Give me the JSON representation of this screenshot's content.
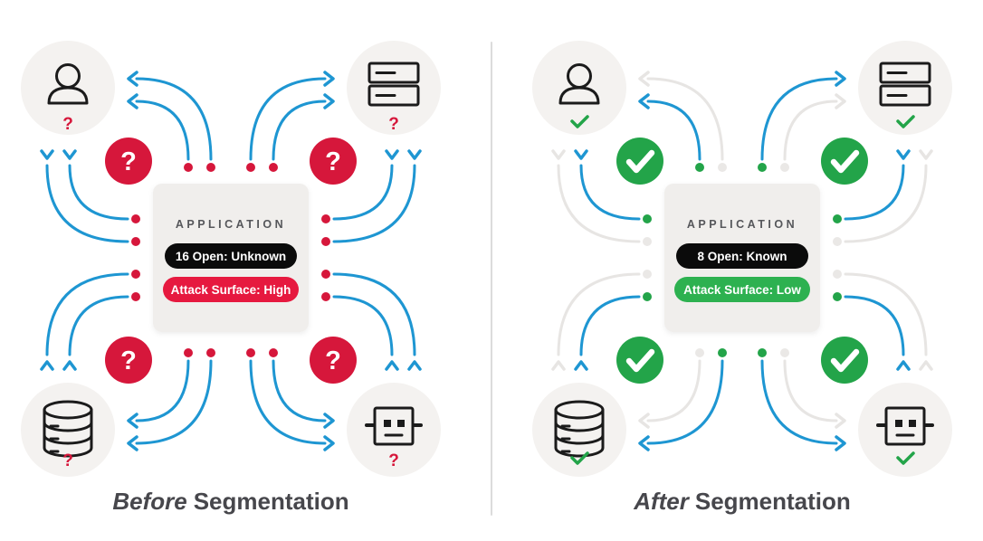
{
  "glyphs": {
    "question": "?"
  },
  "colors": {
    "blue": "#1e96d2",
    "inactive_arc": "#e7e5e3",
    "inactive_dot": "#eae8e6",
    "red": "#d6173b",
    "pill_red": "#e6193f",
    "green": "#23a449",
    "pill_green": "#2db150",
    "pill_black": "#0b0b0b",
    "circle_bg": "#f4f2f0",
    "box_bg": "#f0eeec",
    "icon_stroke": "#1b1b1b",
    "caption_text": "#47474c",
    "app_label_text": "#56575b",
    "pill_text": "#ffffff",
    "divider": "#dcdcdc"
  },
  "divider": {
    "present": true
  },
  "panels": [
    {
      "name": "before",
      "caption": {
        "emphasis": "Before",
        "rest": "Segmentation"
      },
      "center": {
        "title": "APPLICATION",
        "open_label": "16 Open: Unknown",
        "surface_label": "Attack Surface: High"
      },
      "marker": "question",
      "corner_icons": [
        "user-icon",
        "server-icon",
        "database-icon",
        "robot-icon"
      ],
      "inactive_arcs": []
    },
    {
      "name": "after",
      "caption": {
        "emphasis": "After",
        "rest": "Segmentation"
      },
      "center": {
        "title": "APPLICATION",
        "open_label": "8 Open: Known",
        "surface_label": "Attack Surface: Low"
      },
      "marker": "check",
      "corner_icons": [
        "user-icon",
        "server-icon",
        "database-icon",
        "robot-icon"
      ],
      "inactive_arcs": [
        "tl-outer",
        "tr-inner",
        "lt-outer",
        "lb-outer",
        "bl-inner",
        "br-inner",
        "rt-outer",
        "rb-outer"
      ]
    }
  ]
}
